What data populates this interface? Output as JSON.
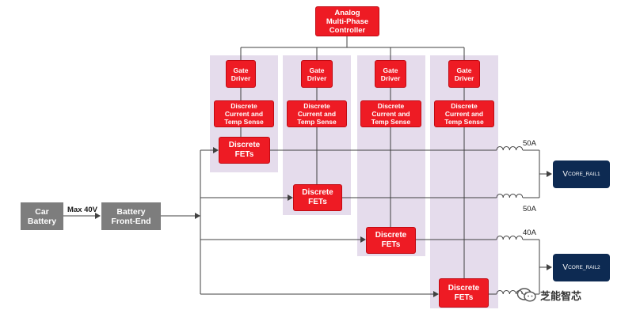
{
  "controller": "Analog\nMulti-Phase\nController",
  "source": {
    "battery": "Car\nBattery",
    "voltage": "Max 40V",
    "front_end": "Battery\nFront-End"
  },
  "phases": [
    {
      "gate": "Gate\nDriver",
      "sense": "Discrete\nCurrent and\nTemp Sense",
      "fets": "Discrete\nFETs",
      "current": "50A"
    },
    {
      "gate": "Gate\nDriver",
      "sense": "Discrete\nCurrent and\nTemp Sense",
      "fets": "Discrete\nFETs",
      "current": "50A"
    },
    {
      "gate": "Gate\nDriver",
      "sense": "Discrete\nCurrent and\nTemp Sense",
      "fets": "Discrete\nFETs",
      "current": "40A"
    },
    {
      "gate": "Gate\nDriver",
      "sense": "Discrete\nCurrent and\nTemp Sense",
      "fets": "Discrete\nFETs",
      "current": ""
    }
  ],
  "rails": [
    {
      "main": "V",
      "sub": "CORE_RAIL1"
    },
    {
      "main": "V",
      "sub": "CORE_RAIL2"
    }
  ],
  "watermark": "芝能智芯",
  "colors": {
    "red": "#ee1b24",
    "grey": "#7d7d7d",
    "navy": "#0d2a52",
    "lane": "#e5dcec",
    "wire": "#404040"
  }
}
